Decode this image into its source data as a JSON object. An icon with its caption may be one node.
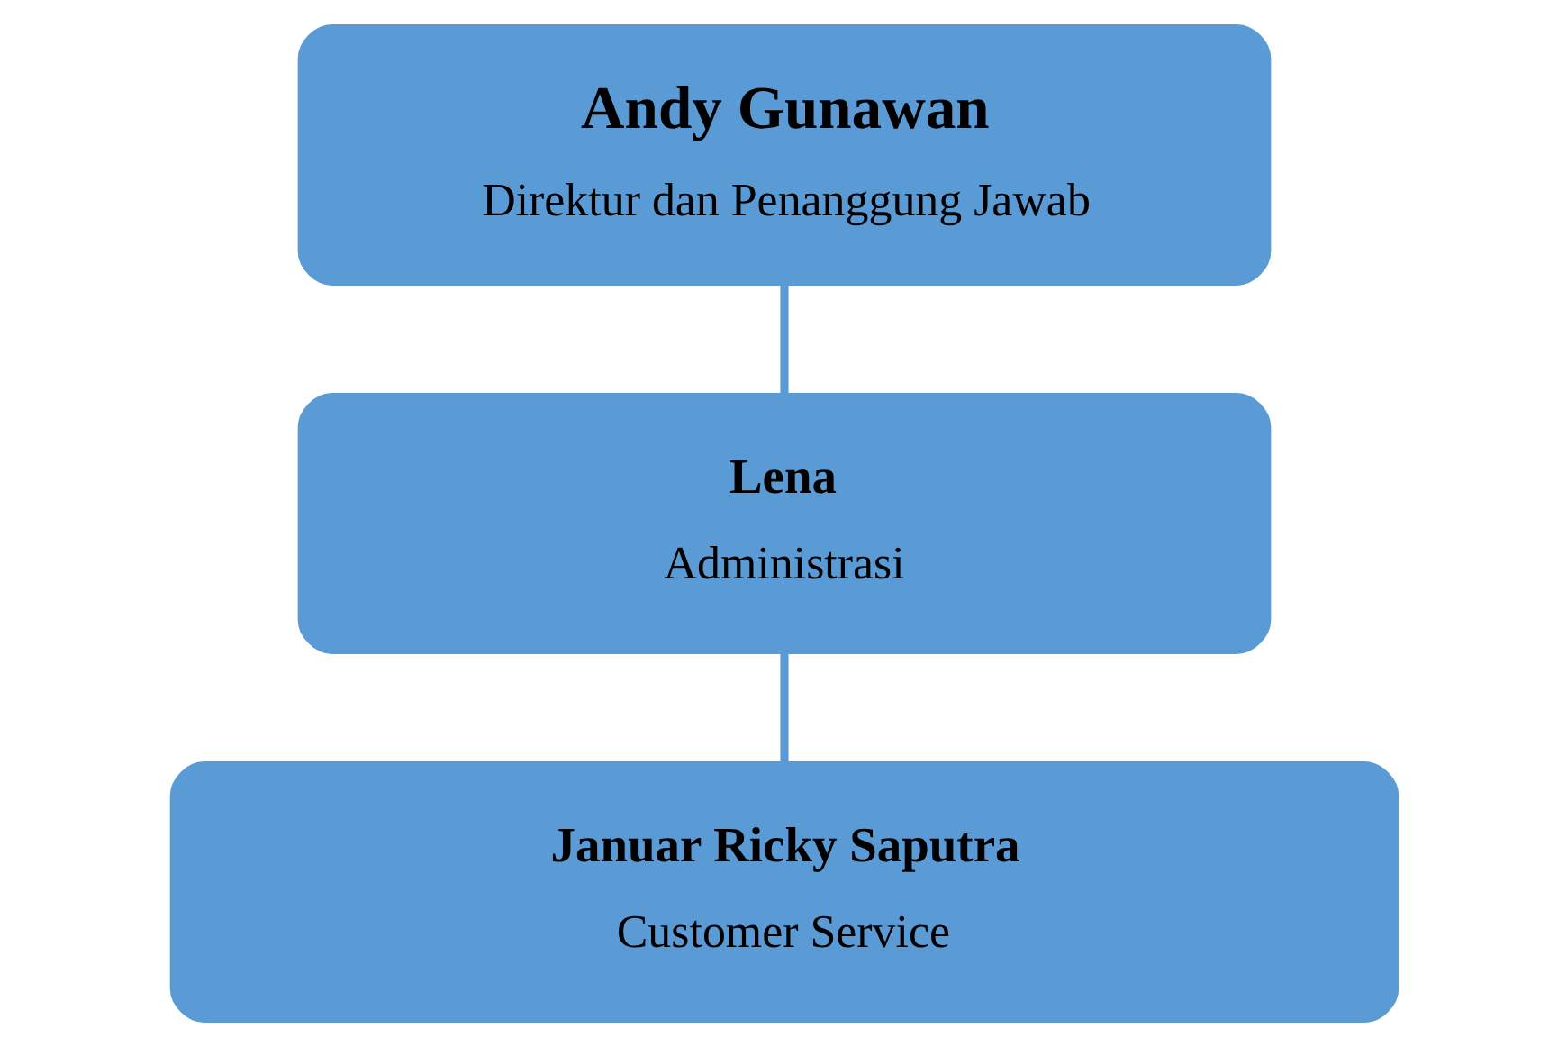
{
  "diagram": {
    "nodes": [
      {
        "text": [
          "Andy Gunawan",
          "Direktur dan Penanggung Jawab"
        ]
      },
      {
        "text": [
          "Lena",
          "Administrasi"
        ]
      },
      {
        "text": [
          "Januar Ricky Saputra",
          "Customer Service"
        ]
      }
    ],
    "edges": [
      {
        "from": 0,
        "to": 1,
        "arrow": "none"
      },
      {
        "from": 1,
        "to": 2,
        "arrow": "none"
      }
    ]
  }
}
